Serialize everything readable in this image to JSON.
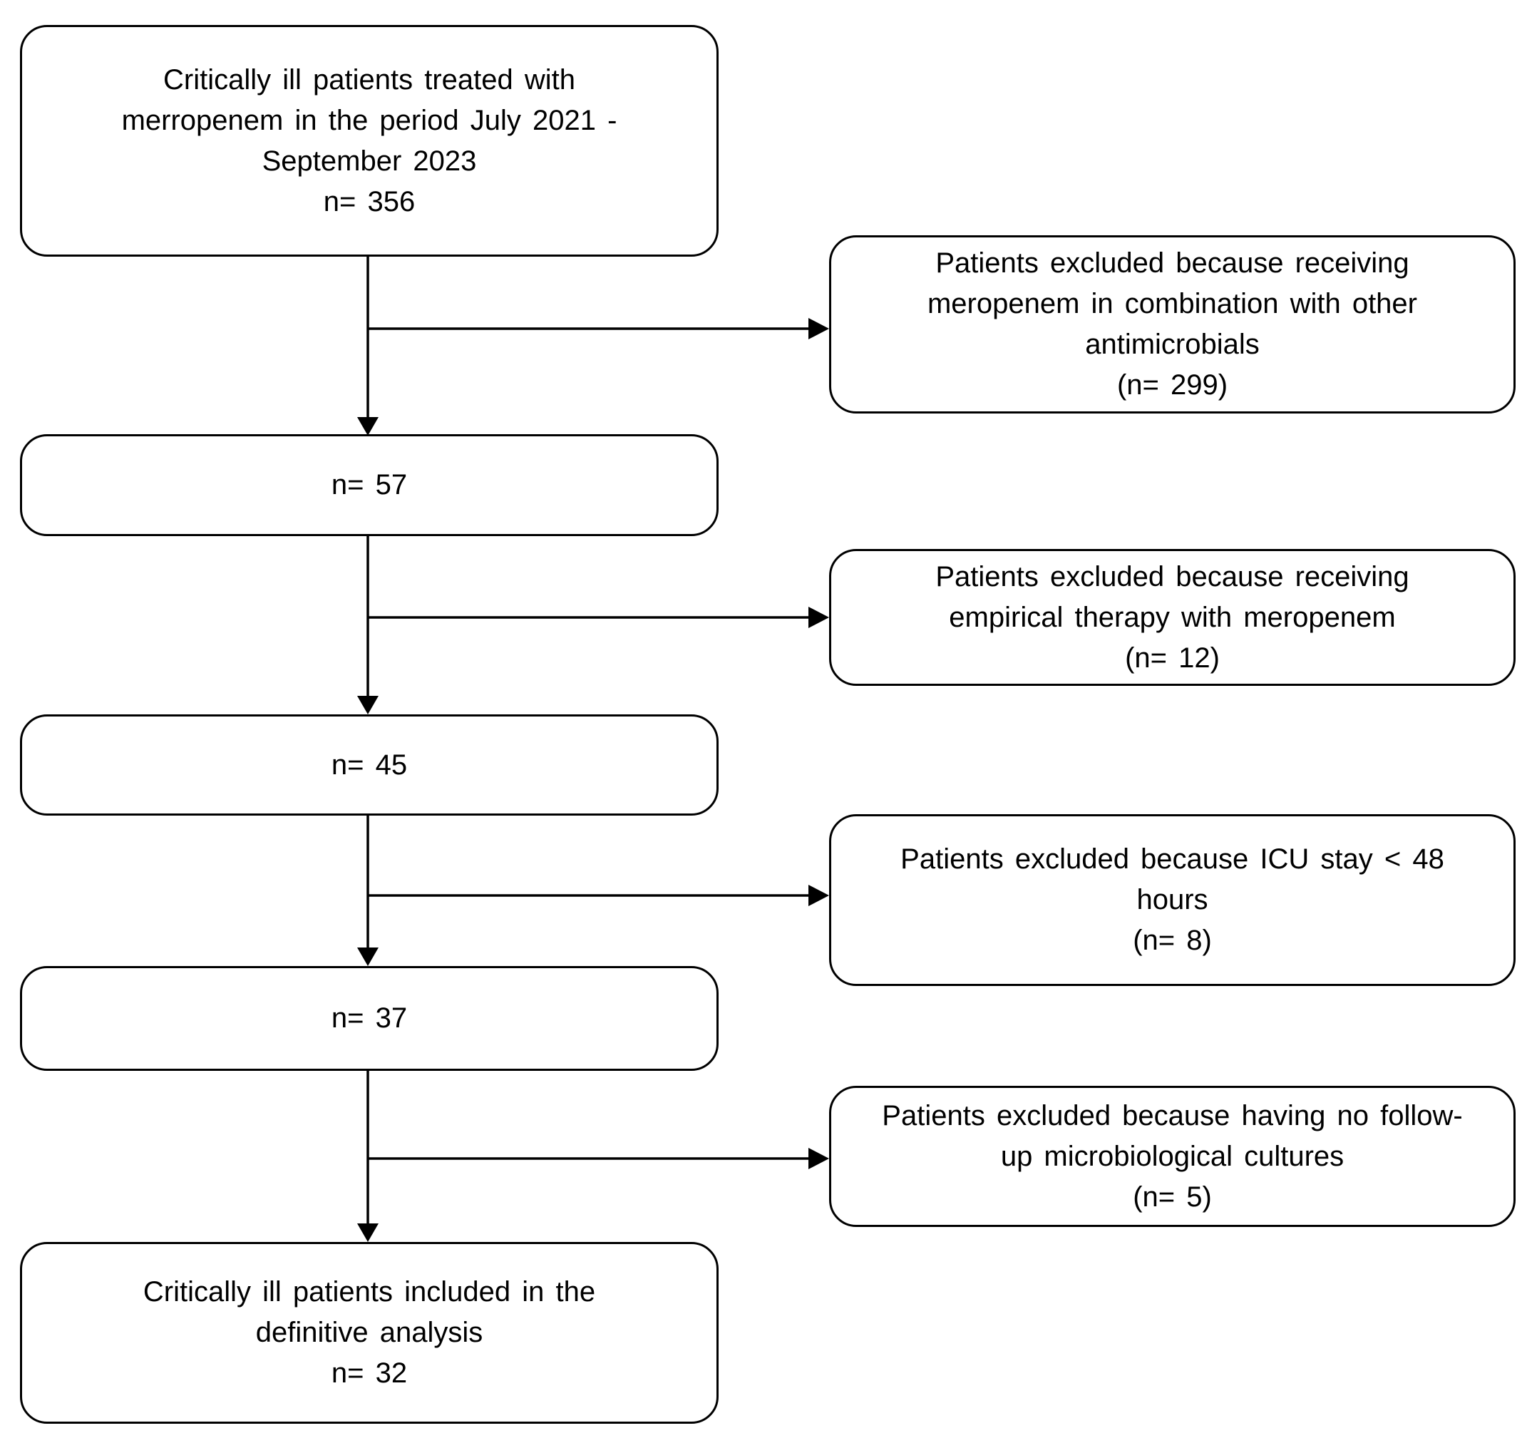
{
  "figure": {
    "type": "patient-flow-diagram",
    "background_color": "#ffffff",
    "box_border_color": "#000000",
    "text_color": "#000000",
    "connector_color": "#000000"
  },
  "boxes": {
    "main": [
      {
        "id": "initial",
        "text": "Critically ill patients treated with\nmerropenem in the period July 2021 -\nSeptember 2023\nn= 356",
        "n": 356
      },
      {
        "id": "after-combination-exclusion",
        "text": "n= 57",
        "n": 57
      },
      {
        "id": "after-empirical-exclusion",
        "text": "n= 45",
        "n": 45
      },
      {
        "id": "after-icu-stay-exclusion",
        "text": "n= 37",
        "n": 37
      },
      {
        "id": "final",
        "text": "Critically ill patients included in the\ndefinitive analysis\nn= 32",
        "n": 32
      }
    ],
    "exclusions": [
      {
        "id": "excluded-combination",
        "text": "Patients excluded because receiving\nmeropenem in combination with other\nantimicrobials\n(n= 299)",
        "n": 299
      },
      {
        "id": "excluded-empirical-therapy",
        "text": "Patients excluded because receiving\nempirical therapy with meropenem\n(n= 12)",
        "n": 12
      },
      {
        "id": "excluded-icu-stay",
        "text": "Patients excluded because ICU stay < 48\nhours\n(n= 8)",
        "n": 8
      },
      {
        "id": "excluded-no-followup-cultures",
        "text": "Patients excluded because having no follow-\nup microbiological cultures\n(n= 5)",
        "n": 5
      }
    ]
  }
}
